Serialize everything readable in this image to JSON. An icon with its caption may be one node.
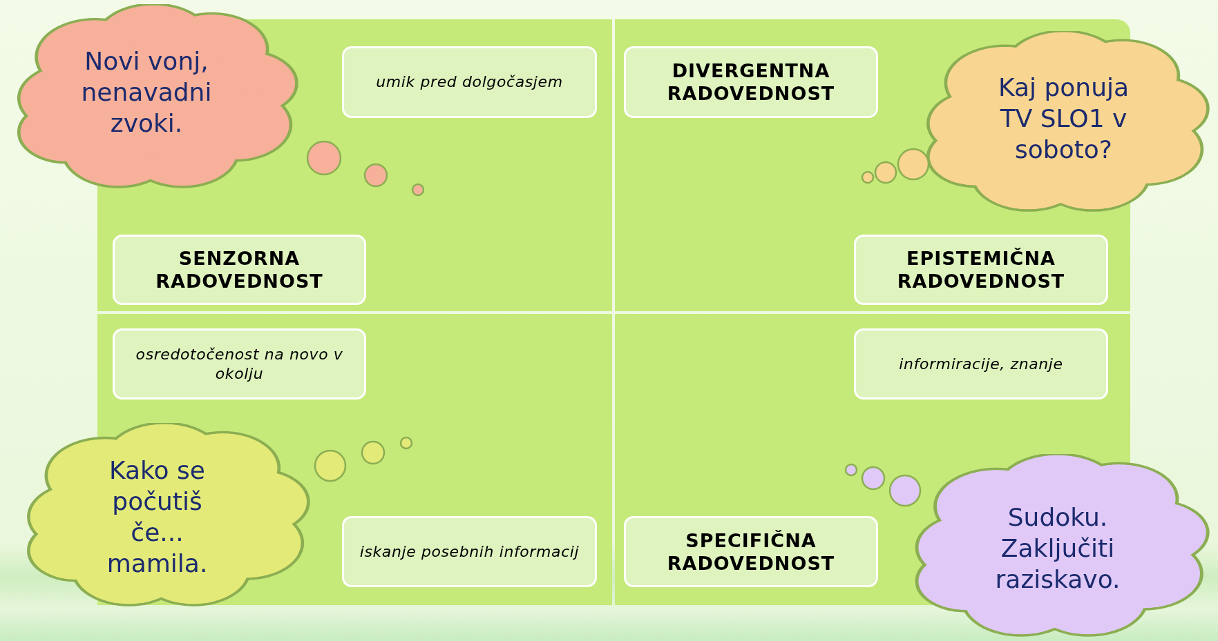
{
  "diagram": {
    "nodes": [
      {
        "text": [
          "Novi vonj, nenavadni zvoki."
        ]
      },
      {
        "text": [
          "umik pred dolgočasjem"
        ]
      },
      {
        "text": [
          "DIVERGENTNA RADOVEDNOST"
        ]
      },
      {
        "text": [
          "Kaj ponuja TV SLO1 v soboto?"
        ]
      },
      {
        "text": [
          "SENZORNA RADOVEDNOST"
        ]
      },
      {
        "text": [
          "EPISTEMIČNA RADOVEDNOST"
        ]
      },
      {
        "text": [
          "osredotočenost na novo v okolju"
        ]
      },
      {
        "text": [
          "informiracije, znanje"
        ]
      },
      {
        "text": [
          "Kako se počutiš če... mamila."
        ]
      },
      {
        "text": [
          "iskanje posebnih informacij"
        ]
      },
      {
        "text": [
          "SPECIFIČNA RADOVEDNOST"
        ]
      },
      {
        "text": [
          "Sudoku. Zaključiti raziskavo."
        ]
      }
    ]
  }
}
